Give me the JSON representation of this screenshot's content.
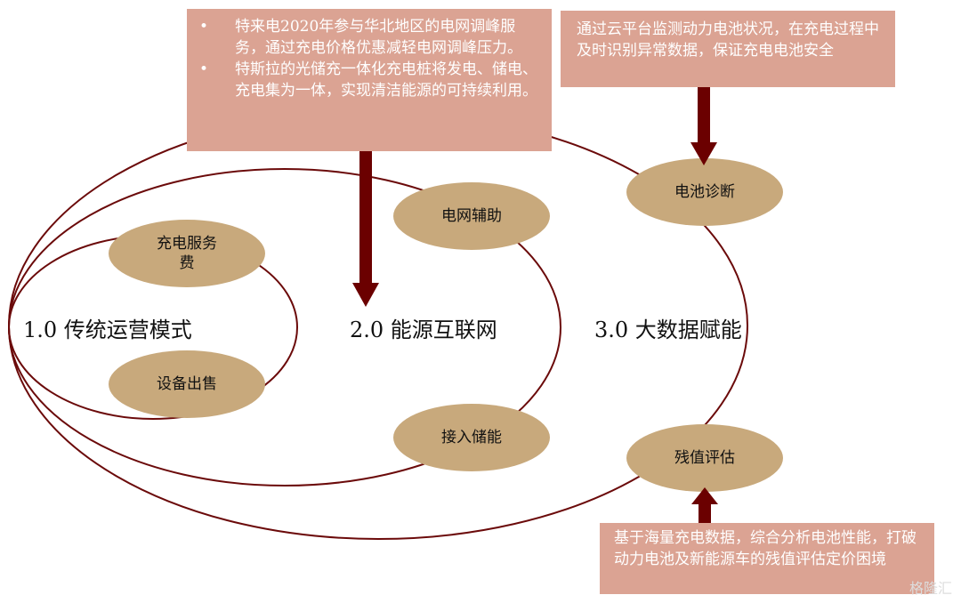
{
  "stages": [
    "1.0 传统运营模式",
    "2.0 能源互联网",
    "3.0 大数据赋能"
  ],
  "bubbles": {
    "charge_fee": "充电服务费",
    "equipment_sale": "设备出售",
    "grid_aux": "电网辅助",
    "storage": "接入储能",
    "battery_diag": "电池诊断",
    "residual": "残值评估"
  },
  "notes": {
    "energy_bullets": [
      "特来电2020年参与华北地区的电网调峰服务，通过充电价格优惠减轻电网调峰压力。",
      "特斯拉的光储充一体化充电桩将发电、储电、充电集为一体，实现清洁能源的可持续利用。"
    ],
    "bullet": "•",
    "diag": "通过云平台监测动力电池状况，在充电过程中及时识别异常数据，保证充电电池安全",
    "residual": "基于海量充电数据，综合分析电池性能，打破动力电池及新能源车的残值评估定价困境"
  },
  "watermark": "格隆汇",
  "colors": {
    "line": "#6b0a0a",
    "bubble": "#c8a97c",
    "box": "#dba393"
  }
}
